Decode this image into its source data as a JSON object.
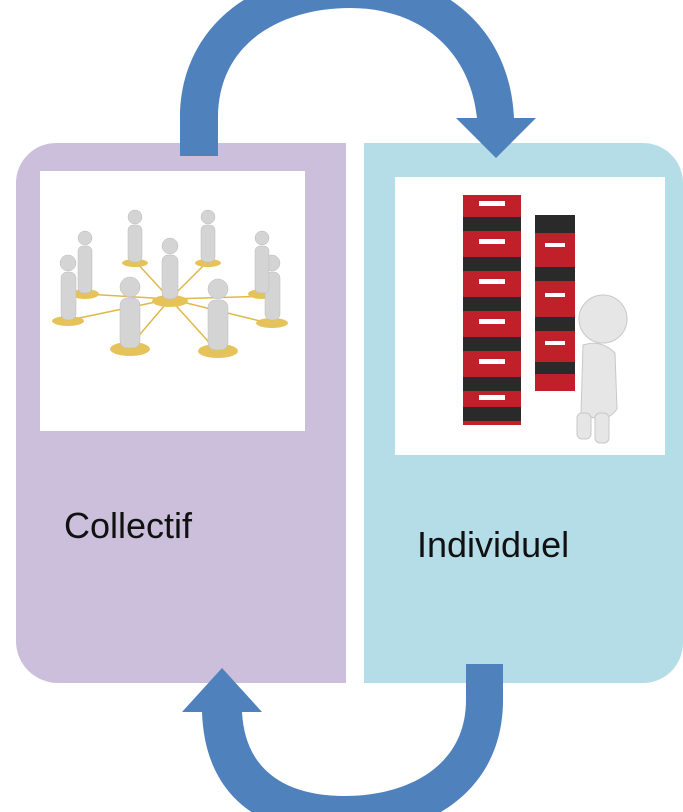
{
  "diagram": {
    "left_box": {
      "label": "Collectif",
      "color": "#cbbfdb",
      "image": "network-of-people-illustration"
    },
    "right_box": {
      "label": "Individuel",
      "color": "#b5dde7",
      "image": "person-with-stacks-of-binders-illustration"
    },
    "arrow_color": "#4f81bd",
    "arrows": [
      "top-arrow-left-to-right",
      "bottom-arrow-right-to-left"
    ]
  }
}
